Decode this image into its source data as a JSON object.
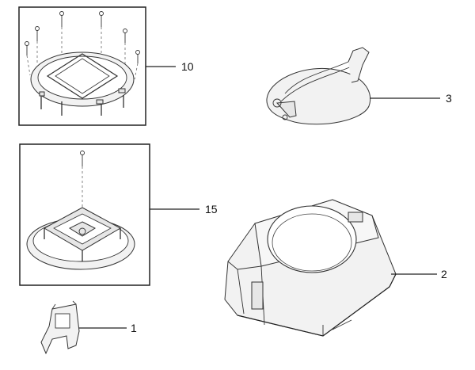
{
  "diagram": {
    "callouts": [
      {
        "id": "c10",
        "label": "10"
      },
      {
        "id": "c3",
        "label": "3"
      },
      {
        "id": "c15",
        "label": "15"
      },
      {
        "id": "c2",
        "label": "2"
      },
      {
        "id": "c1",
        "label": "1"
      }
    ]
  }
}
